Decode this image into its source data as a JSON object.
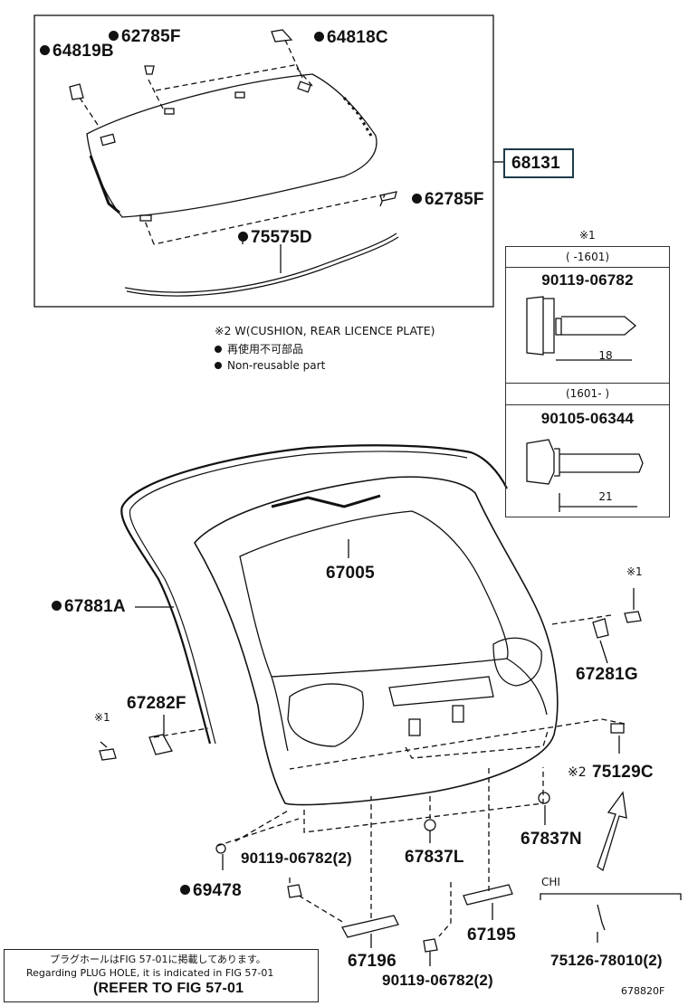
{
  "callouts": {
    "p64819b": "64819B",
    "p62785f_top": "62785F",
    "p64818c": "64818C",
    "p68131": "68131",
    "p62785f_mid": "62785F",
    "p75575d": "75575D",
    "p67005": "67005",
    "p67881a": "67881A",
    "p67282f": "67282F",
    "p67281g": "67281G",
    "p75129c": "75129C",
    "p67837n": "67837N",
    "p69478": "69478",
    "p90119_mid": "90119-06782(2)",
    "p67837l": "67837L",
    "p67195": "67195",
    "p67196": "67196",
    "p90119_bottom": "90119-06782(2)",
    "p75126": "75126-78010(2)"
  },
  "marks": {
    "x1": "※1",
    "x2": "※2"
  },
  "legend": {
    "note_x2": "※2 W(CUSHION, REAR LICENCE PLATE)",
    "jp_nonreusable": "再使用不可部品",
    "en_nonreusable": "Non-reusable part"
  },
  "bolt_table": {
    "header": "※1",
    "range1": "(  -1601)",
    "bolt1": "90119-06782",
    "len1": "18",
    "range2": "(1601-  )",
    "bolt2": "90105-06344",
    "len2": "21"
  },
  "chi_label": "CHI",
  "footnote": {
    "jp": "プラグホールはFIG 57-01に掲載してあります。",
    "en": "Regarding PLUG HOLE, it is indicated in FIG 57-01",
    "ref": "(REFER TO FIG 57-01"
  },
  "figure_code": "678820F"
}
